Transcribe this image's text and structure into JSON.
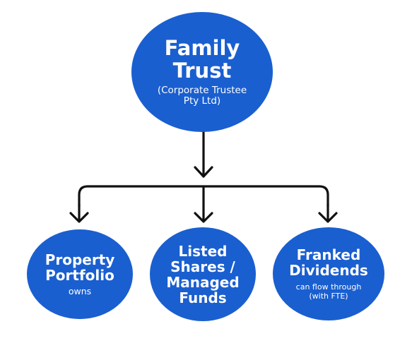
{
  "colors": {
    "node_fill": "#1a5fd0",
    "node_text": "#ffffff",
    "connector": "#111111",
    "background": "#ffffff"
  },
  "nodes": {
    "top": {
      "title_lines": [
        "Family",
        "Trust"
      ],
      "sub_lines": [
        "(Corporate Trustee",
        "Pty Ltd)"
      ]
    },
    "left": {
      "title_lines": [
        "Property",
        "Portfolio"
      ],
      "sub_lines": [
        "owns"
      ]
    },
    "middle": {
      "title_lines": [
        "Listed",
        "Shares /",
        "Managed",
        "Funds"
      ]
    },
    "right": {
      "title_lines": [
        "Franked",
        "Dividends"
      ],
      "sub_lines": [
        "can flow through",
        "(with FTE)"
      ]
    }
  }
}
